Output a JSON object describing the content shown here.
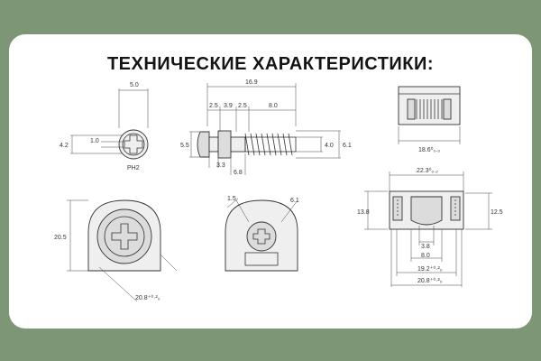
{
  "title": "ТЕХНИЧЕСКИЕ ХАРАКТЕРИСТИКИ:",
  "colors": {
    "frame": "#7d9676",
    "card": "#ffffff",
    "line": "#333333",
    "fill": "#dcdcdc"
  },
  "views": {
    "pin_end": {
      "width": "5.0",
      "height": "4.2",
      "slot": "1.0",
      "drive": "PH2"
    },
    "pin_side": {
      "total": "16.9",
      "d1": "2.5",
      "d2": "3.9",
      "d3": "2.5",
      "d4": "8.0",
      "head_d": "5.5",
      "thread_d": "4.0",
      "outer_d": "6.1",
      "neck": "3.3",
      "neck_d": "6.8"
    },
    "cam_top": {
      "width": "18.6⁰₀.₃"
    },
    "cam_body": {
      "top_width": "22.3⁰₀.₂",
      "height_left": "13.8",
      "height_right": "12.5",
      "slot": "3.8",
      "inner": "8.0",
      "w1": "19.2⁺⁰·²₀",
      "w2": "20.8⁺⁰·²₀"
    },
    "cam_front": {
      "height": "20.5",
      "diag": "20.8⁺⁰·²₀"
    },
    "cam_cut": {
      "a1": "1.5",
      "a2": "6.1"
    }
  }
}
